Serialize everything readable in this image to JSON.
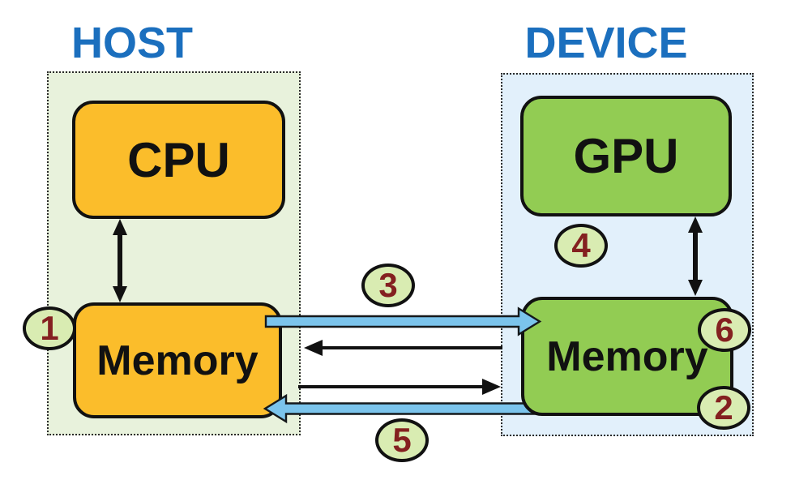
{
  "diagram": {
    "host": {
      "title": "HOST",
      "cpu_label": "CPU",
      "memory_label": "Memory"
    },
    "device": {
      "title": "DEVICE",
      "gpu_label": "GPU",
      "memory_label": "Memory"
    },
    "steps": {
      "s1": "1",
      "s2": "2",
      "s3": "3",
      "s4": "4",
      "s5": "5",
      "s6": "6"
    },
    "colors": {
      "host_panel_bg": "#E8F2DC",
      "device_panel_bg": "#E2F0FB",
      "cpu_memory_fill": "#FBBD2B",
      "gpu_memory_fill": "#92CC53",
      "title_blue": "#1B6FBE",
      "step_badge_fill": "#D9ECB2",
      "step_number_color": "#842020",
      "transfer_arrow_blue": "#7BC4EC"
    }
  }
}
